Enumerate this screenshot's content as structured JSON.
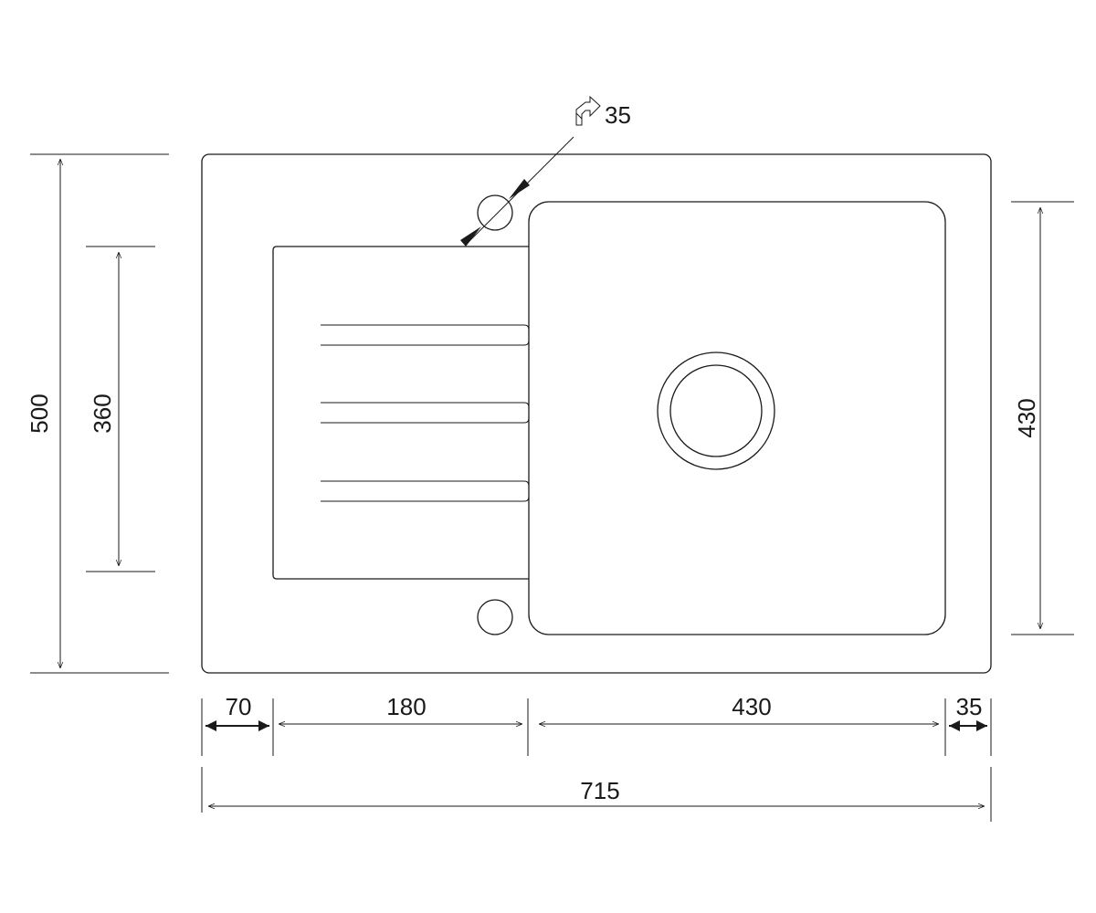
{
  "drawing": {
    "dimensions": {
      "overall_width": "715",
      "overall_height": "500",
      "drainer_height": "360",
      "bowl_height": "430",
      "left_margin": "70",
      "drainer_width": "180",
      "bowl_width": "430",
      "right_margin": "35",
      "tap_hole_diameter": "35"
    }
  }
}
